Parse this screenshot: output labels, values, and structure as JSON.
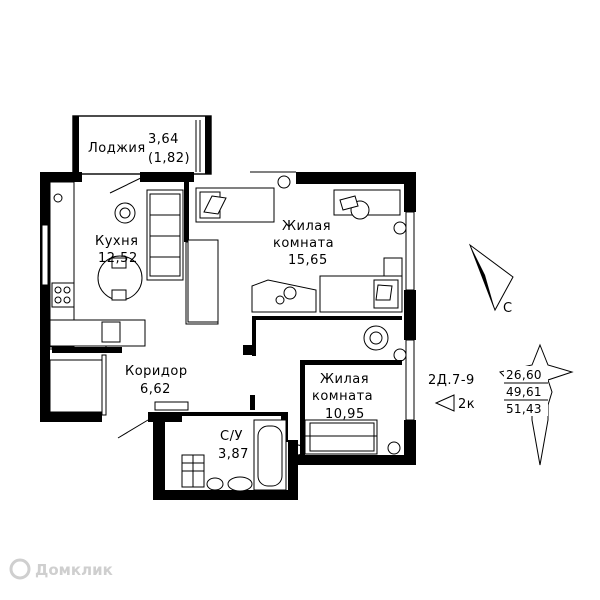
{
  "rooms": {
    "loggia": {
      "name": "Лоджия",
      "area": "3,64",
      "area_reduced": "(1,82)"
    },
    "kitchen": {
      "name": "Кухня",
      "area": "12,52"
    },
    "living1": {
      "name_line1": "Жилая",
      "name_line2": "комната",
      "area": "15,65"
    },
    "corridor": {
      "name": "Коридор",
      "area": "6,62"
    },
    "living2": {
      "name_line1": "Жилая",
      "name_line2": "комната",
      "area": "10,95"
    },
    "bathroom": {
      "name": "С/У",
      "area": "3,87"
    }
  },
  "info": {
    "apartment_code": "2Д.7-9",
    "rooms_count": "2к",
    "living_area": "26,60",
    "total_area": "49,61",
    "area_reduced": "51,43"
  },
  "compass": {
    "north_label": "С"
  },
  "watermark": {
    "text": "Домклик"
  },
  "colors": {
    "wall": "#000000",
    "background": "#ffffff",
    "watermark": "#cfcfcf"
  }
}
